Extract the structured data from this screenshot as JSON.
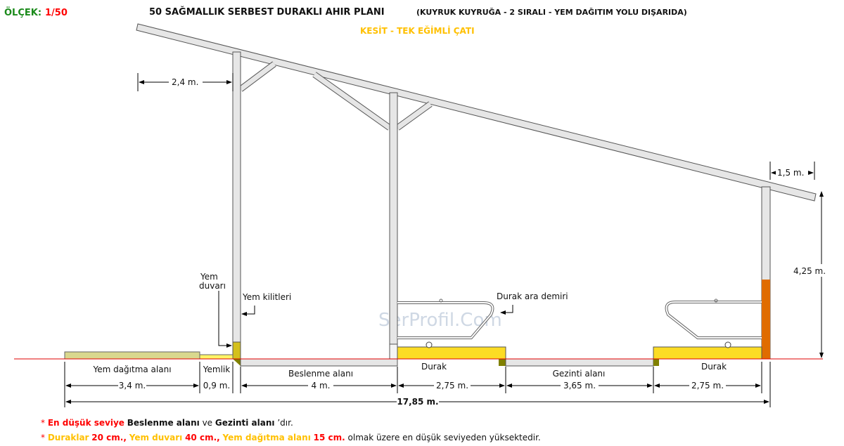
{
  "header": {
    "scale_label": "ÖLÇEK:",
    "scale_value": "1/50",
    "title": "50 SAĞMALLIK  SERBEST DURAKLI AHIR PLANI",
    "subtitle": "(KUYRUK KUYRUĞA - 2 SIRALI - YEM DAĞITIM YOLU DIŞARIDA)",
    "section_title": "KESİT - TEK EĞİMLİ ÇATI"
  },
  "annotations": {
    "feed_wall": [
      "Yem",
      "duvarı"
    ],
    "headlocks": "Yem kilitleri",
    "stall_divider": "Durak ara demiri",
    "watermark": "SerProfil.Com"
  },
  "zones": [
    {
      "label": "Yem dağıtma alanı",
      "width": "3,4 m."
    },
    {
      "label": "Yemlik",
      "width": "0,9 m."
    },
    {
      "label": "Beslenme alanı",
      "width": "4 m."
    },
    {
      "label": "Durak",
      "width": "2,75 m."
    },
    {
      "label": "Gezinti alanı",
      "width": "3,65 m."
    },
    {
      "label": "Durak",
      "width": "2,75 m."
    }
  ],
  "dimensions": {
    "total_width": "17,85 m.",
    "left_overhang": "2,4 m.",
    "right_overhang": "1,5 m.",
    "eave_height": "4,25 m."
  },
  "notes": {
    "n1": {
      "star": "*",
      "a": "En düşük seviye",
      "b": "Beslenme alanı",
      "c": "ve",
      "d": "Gezinti alanı",
      "e": "’dır."
    },
    "n2": {
      "star": "*",
      "a": "Duraklar",
      "b": "20 cm.,",
      "c": "Yem duvarı",
      "d": "40 cm.,",
      "e": "Yem dağıtma alanı",
      "f": "15  cm.",
      "g": "olmak üzere en düşük seviyeden yüksektedir."
    }
  },
  "colors": {
    "scale_label": "#1a8a1a",
    "red": "#ff0000",
    "orange_text": "#ffc000",
    "stall": "#fcdc24",
    "feed_wall": "#d4c01c",
    "feed_road": "#d9d88e",
    "manger": "#fff566",
    "column_base": "#e06c00",
    "olive": "#808000"
  }
}
